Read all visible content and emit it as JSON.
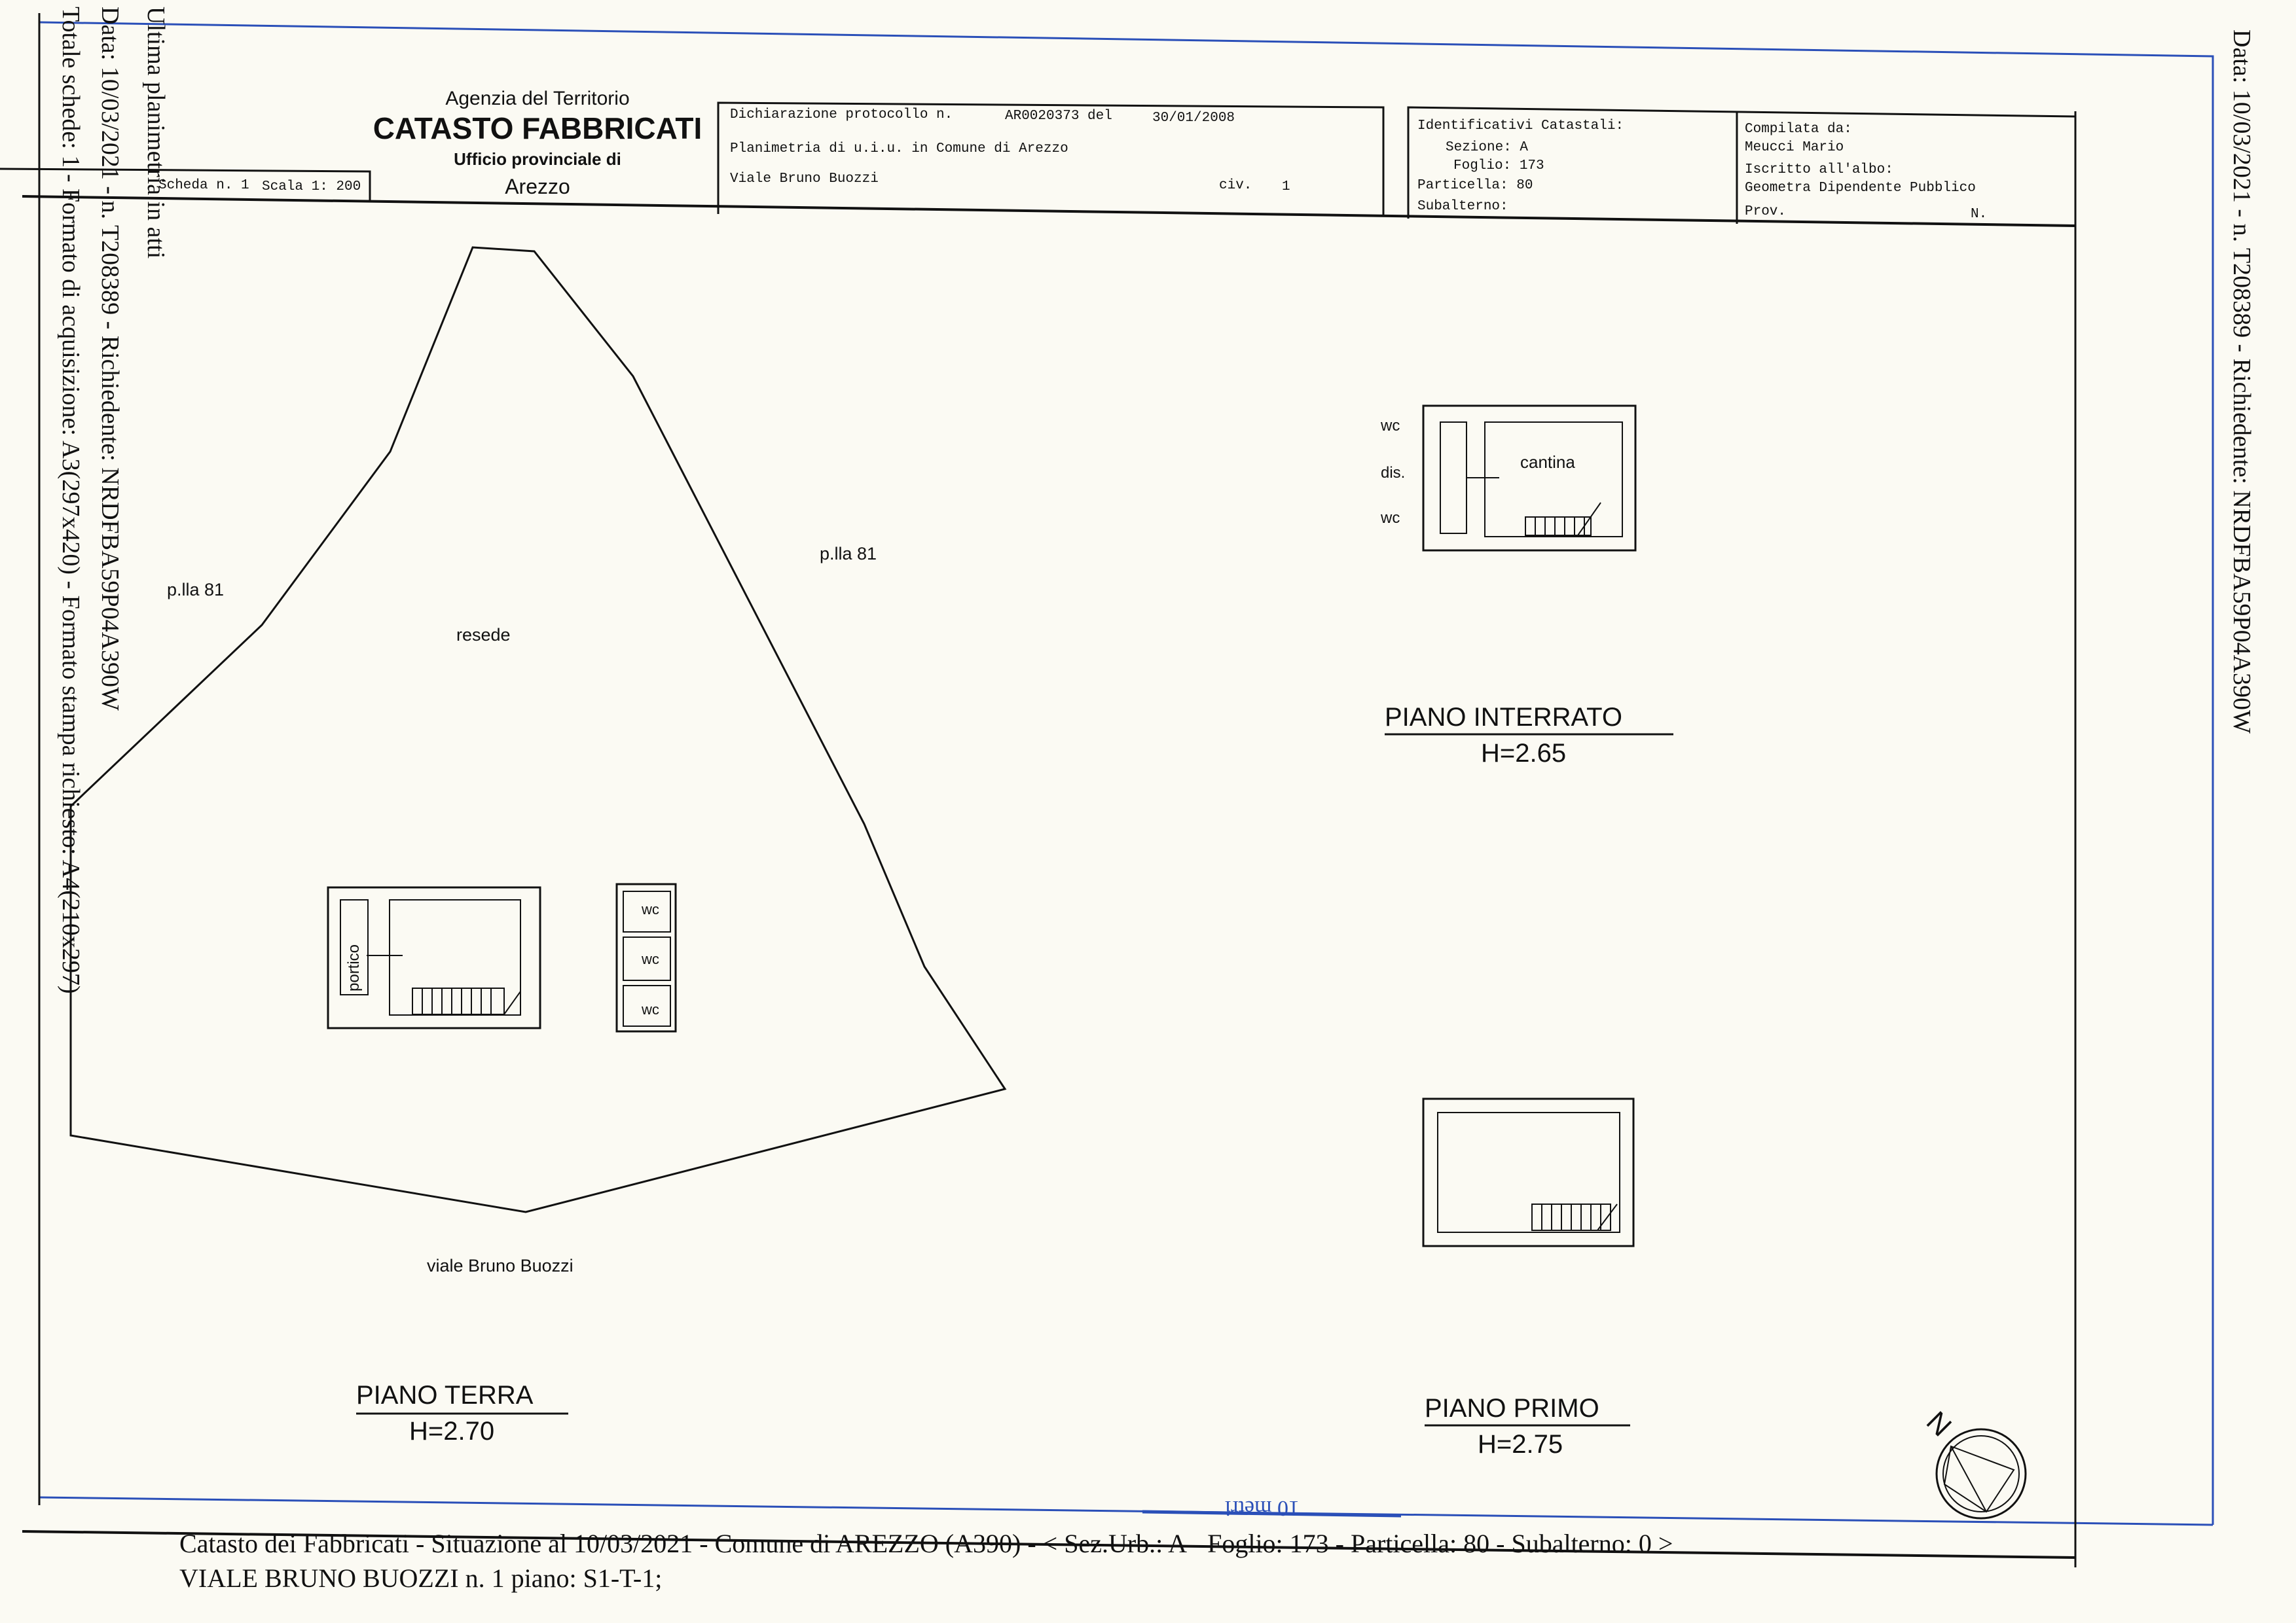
{
  "header": {
    "agency": "Agenzia del Territorio",
    "title": "CATASTO FABBRICATI",
    "office": "Ufficio provinciale di",
    "city": "Arezzo",
    "scheda": "Scheda n. 1",
    "scale": "Scala 1: 200"
  },
  "declaration": {
    "protocol_label": "Dichiarazione protocollo n.",
    "protocol_number": "AR0020373 del",
    "protocol_date": "30/01/2008",
    "description": "Planimetria di u.i.u. in Comune di Arezzo",
    "address": "Viale Bruno Buozzi",
    "civ_label": "civ.",
    "civ_number": "1"
  },
  "identifiers": {
    "heading": "Identificativi Catastali:",
    "sezione": "Sezione: A",
    "foglio": "Foglio: 173",
    "particella": "Particella: 80",
    "subalterno": "Subalterno:"
  },
  "compiler": {
    "heading": "Compilata da:",
    "name": "Meucci Mario",
    "albo_label": "Iscritto all'albo:",
    "albo": "Geometra Dipendente Pubblico",
    "prov": "Prov.",
    "n": "N."
  },
  "side_right": "Data: 10/03/2021 - n. T208389 - Richiedente: NRDFBA59P04A390W",
  "side_left": [
    "Ultima planimetria in atti",
    "Data: 10/03/2021 - n. T208389 - Richiedente: NRDFBA59P04A390W",
    "Totale schede: 1 - Formato di acquisizione: A3(297x420) - Formato stampa richiesto: A4(210x297)"
  ],
  "plan": {
    "plla_right": "p.lla 81",
    "plla_left": "p.lla 81",
    "resede": "resede",
    "street": "viale Bruno Buozzi",
    "portico": "portico",
    "wc": "wc",
    "dis": "dis.",
    "cantina": "cantina",
    "north": "N",
    "scale_bar": "10 metri"
  },
  "floors": [
    {
      "name": "PIANO TERRA",
      "height": "H=2.70"
    },
    {
      "name": "PIANO INTERRATO",
      "height": "H=2.65"
    },
    {
      "name": "PIANO PRIMO",
      "height": "H=2.75"
    }
  ],
  "footer": {
    "line1": "Catasto dei Fabbricati - Situazione al 10/03/2021 - Comune di AREZZO (A390) - < Sez.Urb.: A - Foglio: 173 - Particella: 80 - Subalterno: 0 >",
    "line2": "VIALE BRUNO BUOZZI n. 1 piano: S1-T-1;"
  }
}
